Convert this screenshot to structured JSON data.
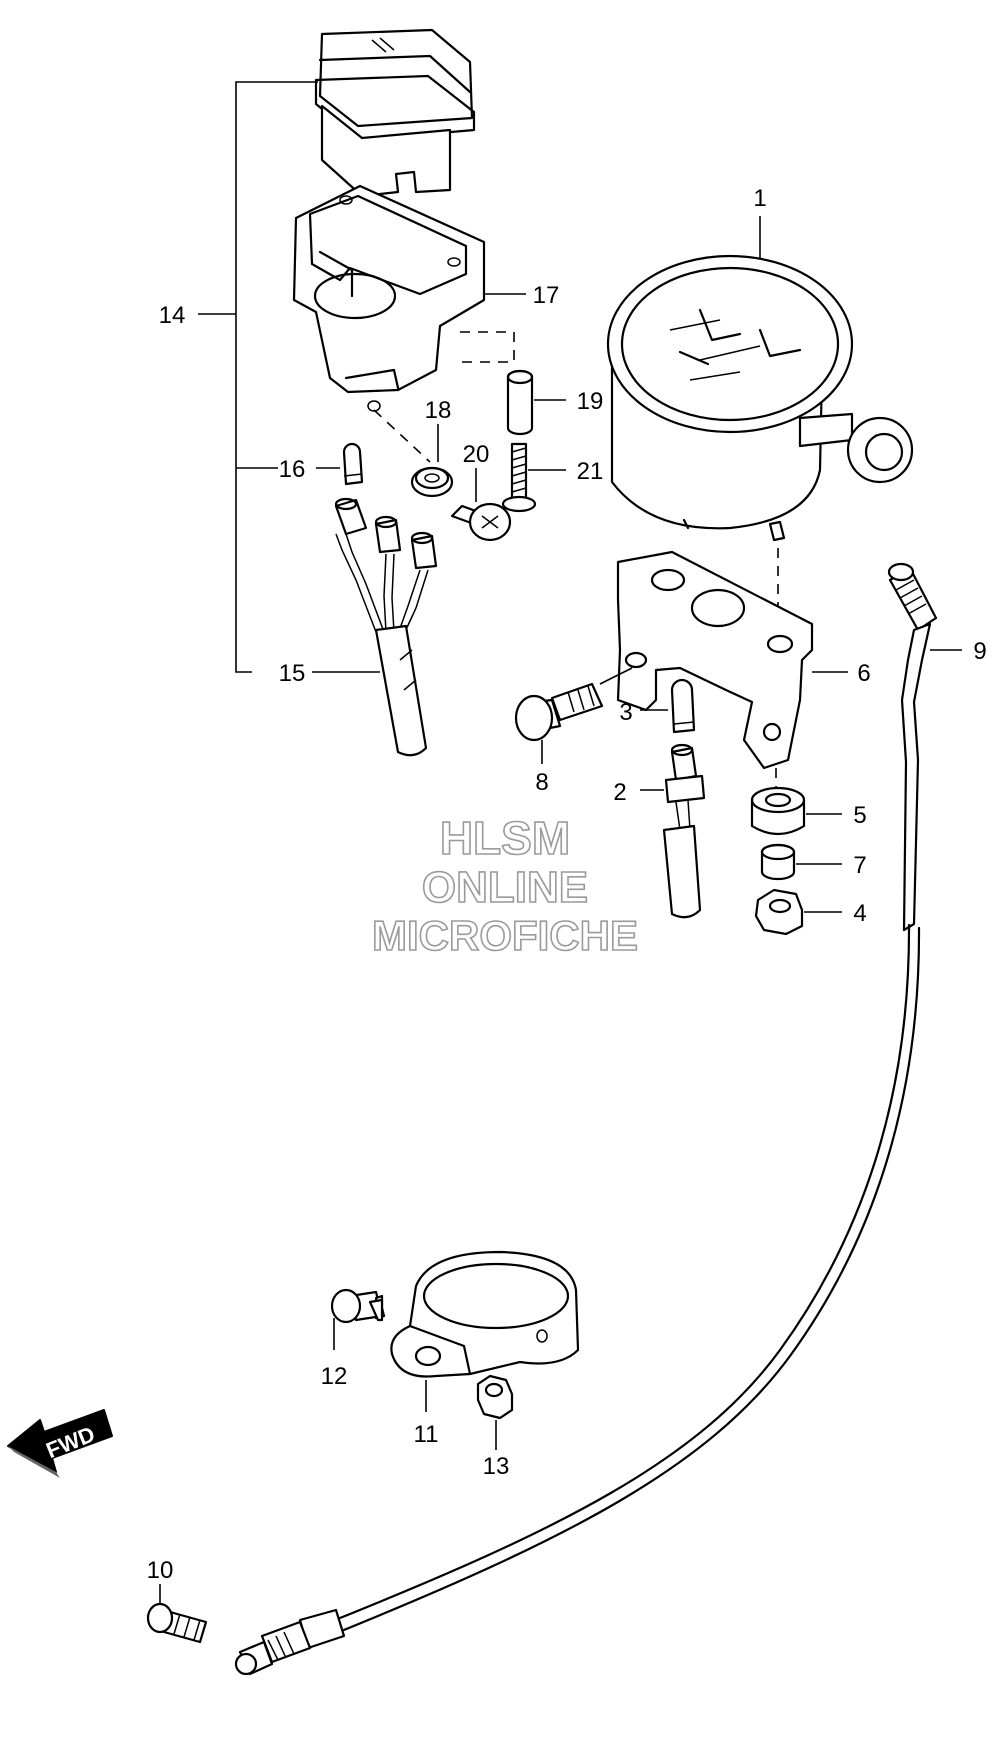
{
  "watermark": {
    "line1": "HLSM",
    "line2": "ONLINE",
    "line3": "MICROFICHE"
  },
  "fwd_label": "FWD",
  "callouts": [
    {
      "id": "c1",
      "text": "1"
    },
    {
      "id": "c2",
      "text": "2"
    },
    {
      "id": "c3",
      "text": "3"
    },
    {
      "id": "c4",
      "text": "4"
    },
    {
      "id": "c5",
      "text": "5"
    },
    {
      "id": "c6",
      "text": "6"
    },
    {
      "id": "c7",
      "text": "7"
    },
    {
      "id": "c8",
      "text": "8"
    },
    {
      "id": "c9",
      "text": "9"
    },
    {
      "id": "c10",
      "text": "10"
    },
    {
      "id": "c11",
      "text": "11"
    },
    {
      "id": "c12",
      "text": "12"
    },
    {
      "id": "c13",
      "text": "13"
    },
    {
      "id": "c14",
      "text": "14"
    },
    {
      "id": "c15",
      "text": "15"
    },
    {
      "id": "c16",
      "text": "16"
    },
    {
      "id": "c17",
      "text": "17"
    },
    {
      "id": "c18",
      "text": "18"
    },
    {
      "id": "c19",
      "text": "19"
    },
    {
      "id": "c20",
      "text": "20"
    },
    {
      "id": "c21",
      "text": "21"
    }
  ]
}
